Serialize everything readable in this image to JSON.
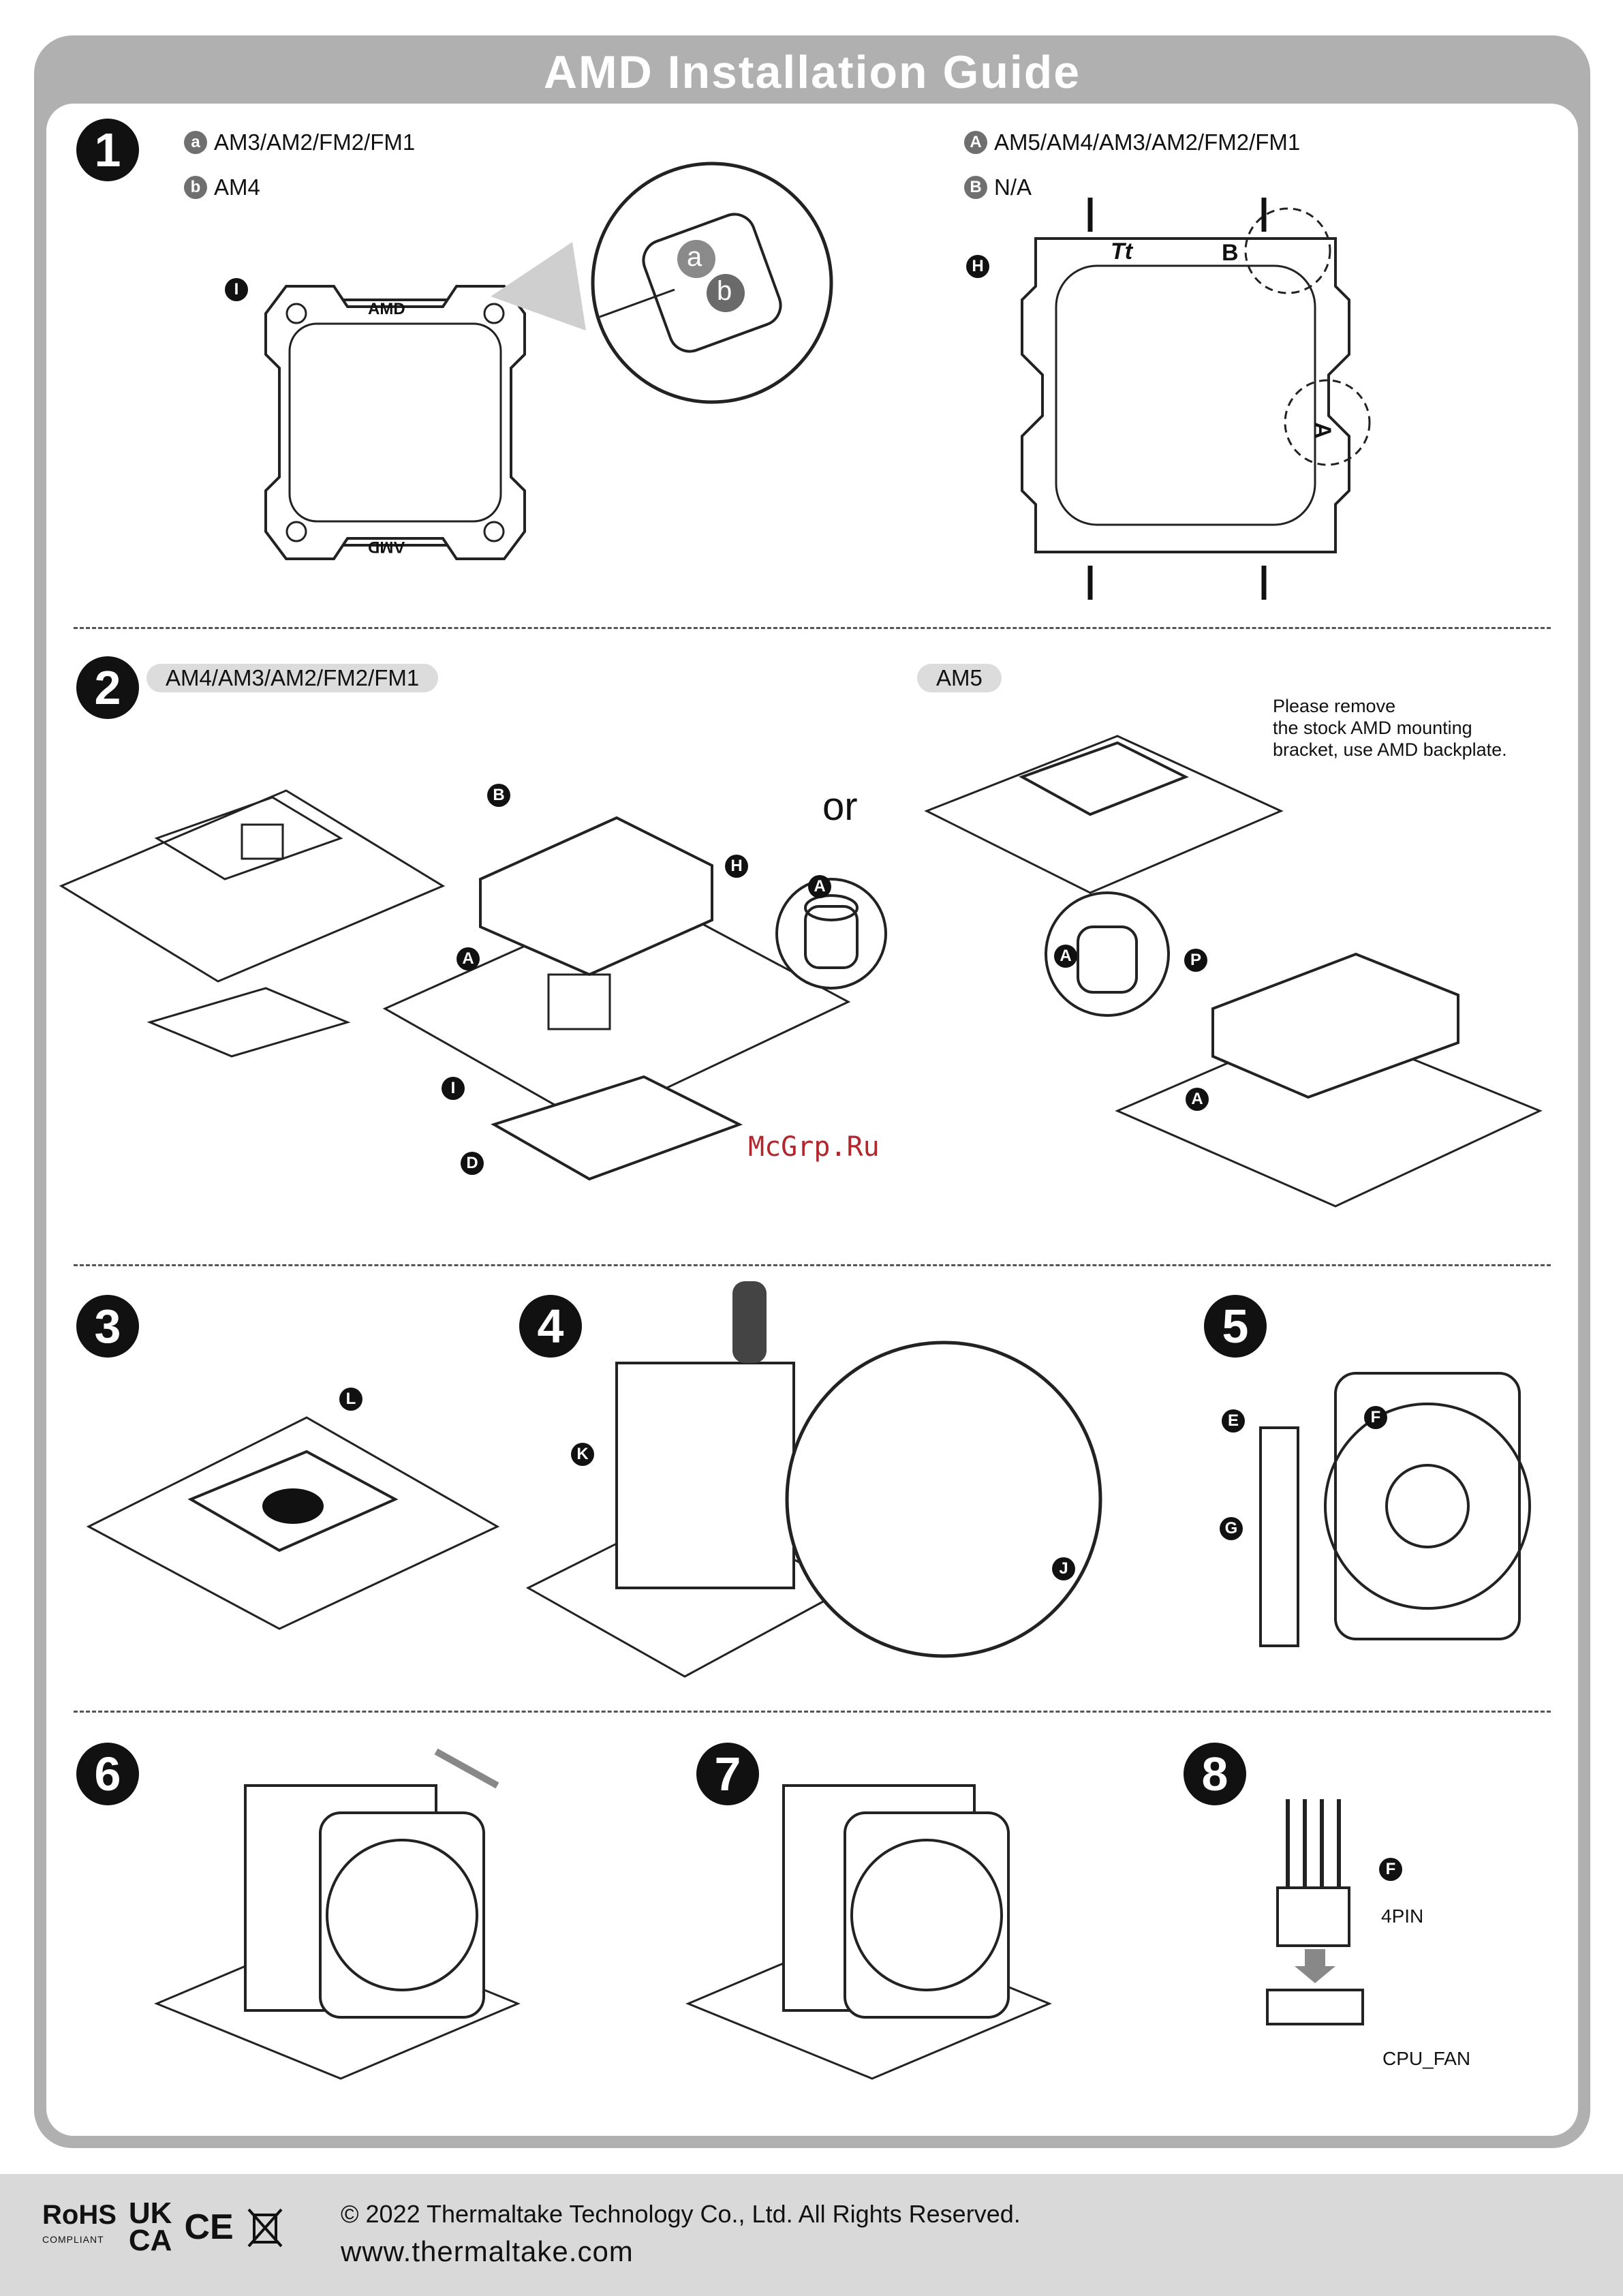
{
  "title": "AMD Installation Guide",
  "steps": [
    "1",
    "2",
    "3",
    "4",
    "5",
    "6",
    "7",
    "8"
  ],
  "step1": {
    "left_legend": [
      {
        "letter": "a",
        "text": "AM3/AM2/FM2/FM1"
      },
      {
        "letter": "b",
        "text": "AM4"
      }
    ],
    "right_legend": [
      {
        "letter": "A",
        "text": "AM5/AM4/AM3/AM2/FM2/FM1"
      },
      {
        "letter": "B",
        "text": "N/A"
      }
    ],
    "callouts": {
      "bracket_left": "I",
      "bracket_right": "H",
      "zoom_a": "a",
      "zoom_b": "b",
      "area_a": "A",
      "area_b": "B"
    },
    "bracket_text": "AMD",
    "logo_text": "Tt"
  },
  "step2": {
    "pill_left": "AM4/AM3/AM2/FM2/FM1",
    "pill_right": "AM5",
    "or_text": "or",
    "note": "Please remove\nthe stock AMD mounting\nbracket, use AMD backplate.",
    "callouts": [
      "B",
      "H",
      "A",
      "A",
      "I",
      "D",
      "A",
      "P",
      "A"
    ]
  },
  "step3": {
    "callout": "L"
  },
  "step4": {
    "callouts": [
      "K",
      "J"
    ]
  },
  "step5": {
    "callouts": [
      "E",
      "F",
      "G"
    ]
  },
  "step8": {
    "callout": "F",
    "connector": "4PIN",
    "header": "CPU_FAN"
  },
  "watermark": "McGrp.Ru",
  "footer": {
    "copyright": "© 2022 Thermaltake Technology Co., Ltd. All Rights Reserved.",
    "website": "www.thermaltake.com",
    "rohs": "RoHS",
    "rohs_sub": "COMPLIANT",
    "ukca_top": "UK",
    "ukca_bottom": "CA",
    "ce": "CE"
  },
  "colors": {
    "frame": "#b0b0b0",
    "footer": "#d9d9d9",
    "pill": "#dcdcdc",
    "watermark": "#b3272c"
  }
}
